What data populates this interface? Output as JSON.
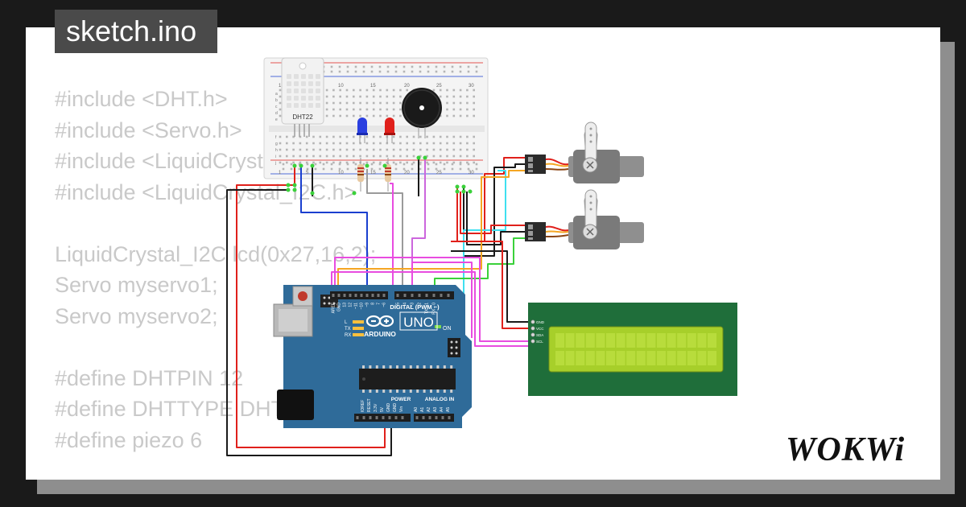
{
  "header": {
    "title": "sketch.ino"
  },
  "code_lines": [
    "#include <DHT.h>",
    "#include <Servo.h>",
    "#include <LiquidCrystal.h>",
    "#include <LiquidCrystal_I2C.h>",
    "",
    "LiquidCrystal_I2C lcd(0x27,16,2);",
    "Servo myservo1;",
    "Servo myservo2;",
    "",
    "#define DHTPIN 12",
    "#define DHTTYPE DHT22",
    "#define piezo 6"
  ],
  "breadboard": {
    "col_numbers": [
      "1",
      "5",
      "10",
      "15",
      "20",
      "25",
      "30"
    ],
    "row_letters_top": [
      "a",
      "b",
      "c",
      "d",
      "e"
    ],
    "row_letters_bottom": [
      "f",
      "g",
      "h",
      "i",
      "j"
    ]
  },
  "dht": {
    "label": "DHT22"
  },
  "arduino": {
    "digital_label": "DIGITAL (PWM ~)",
    "brand": "ARDUINO",
    "model": "UNO",
    "on_label": "ON",
    "l_label": "L",
    "tx_label": "TX",
    "rx_label": "RX",
    "power_label": "POWER",
    "analog_label": "ANALOG IN",
    "pins_top": [
      "AREF",
      "GND",
      "13",
      "12",
      "~11",
      "~10",
      "~9",
      "8",
      "7",
      "~6",
      "~5",
      "4",
      "~3",
      "2",
      "TX→1",
      "RX←0"
    ],
    "pins_power": [
      "IOREF",
      "RESET",
      "3.3V",
      "5V",
      "GND",
      "GND",
      "Vin"
    ],
    "pins_analog": [
      "A0",
      "A1",
      "A2",
      "A3",
      "A4",
      "A5"
    ]
  },
  "lcd": {
    "pins": [
      "GND",
      "VCC",
      "SDA",
      "SCL"
    ]
  },
  "brand_logo": "WOKWi",
  "colors": {
    "background": "#1a1a1a",
    "card": "#ffffff",
    "code_text": "#c9c9c9",
    "title_bg": "#4a4a4a",
    "arduino_blue": "#2f6b99",
    "lcd_green": "#a7cf2a",
    "lcd_frame": "#1f6e3a",
    "wire_red": "#e0201b",
    "wire_black": "#1a1a1a",
    "wire_blue": "#1a3fcf",
    "wire_pink": "#e84ce0",
    "wire_violet": "#cc66dd",
    "wire_orange": "#f5a623",
    "wire_green": "#3ad13a",
    "wire_cyan": "#3fe0f0",
    "wire_gray": "#9a9a9a"
  }
}
